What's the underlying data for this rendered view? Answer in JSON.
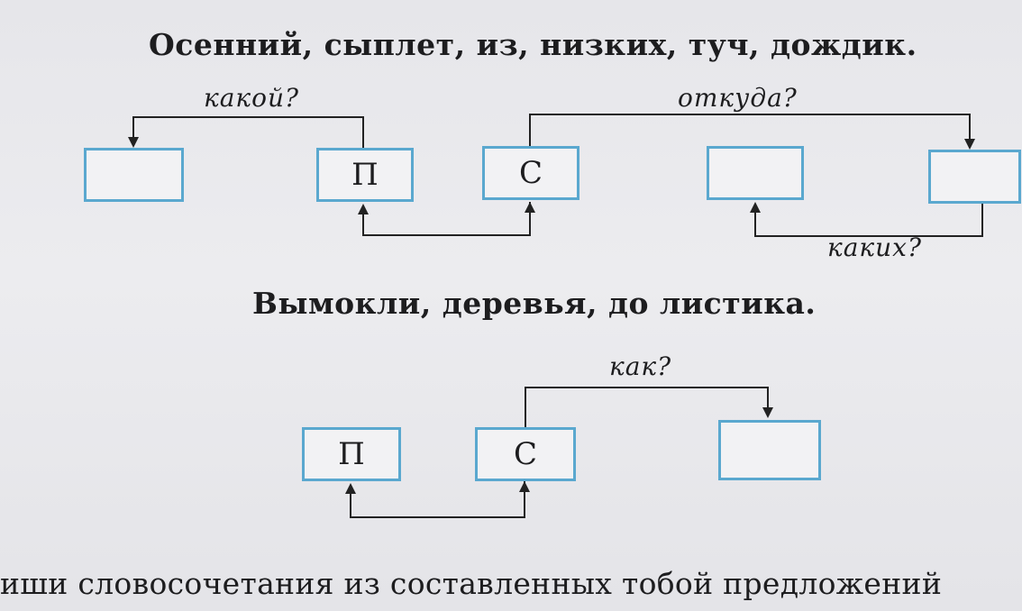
{
  "diagram1": {
    "sentence": "Осенний, сыплет, из, низких, туч, дождик.",
    "boxes": [
      "",
      "П",
      "С",
      "",
      ""
    ],
    "labels": {
      "q1": "какой?",
      "q2": "откуда?",
      "q3": "каких?"
    }
  },
  "diagram2": {
    "sentence": "Вымокли, деревья, до листика.",
    "boxes": [
      "П",
      "С",
      ""
    ],
    "labels": {
      "q1": "как?"
    }
  },
  "footer": {
    "text": "иши словосочетания из составленных тобой предложений"
  },
  "colors": {
    "box_border": "#5aa8cf",
    "text": "#1d1d1f",
    "background": "#e9e9ec"
  }
}
